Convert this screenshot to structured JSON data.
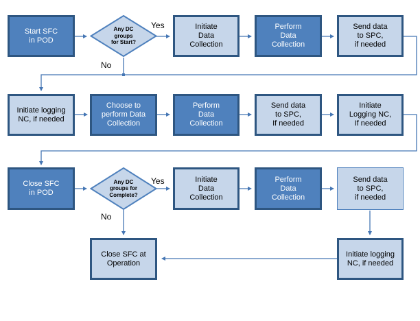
{
  "diagram": {
    "labels": {
      "yes": "Yes",
      "no": "No"
    },
    "nodes": {
      "start_sfc": "Start SFC\nin POD",
      "decision_start": "Any DC\ngroups\nfor Start?",
      "initiate_dc_start": "Initiate\nData\nCollection",
      "perform_dc_start": "Perform\nData\nCollection",
      "send_spc_start": "Send data\nto SPC,\nif needed",
      "initiate_logging_nc_start": "Initiate logging\nNC, if needed",
      "choose_dc": "Choose to\nperform Data\nCollection",
      "perform_dc_mid": "Perform\nData\nCollection",
      "send_spc_mid": "Send data\nto SPC,\nIf needed",
      "initiate_logging_nc_mid": "Initiate\nLogging NC,\nIf needed",
      "close_sfc": "Close SFC\nin POD",
      "decision_complete": "Any DC\ngroups for\nComplete?",
      "initiate_dc_complete": "Initiate\nData\nCollection",
      "perform_dc_complete": "Perform\nData\nCollection",
      "send_spc_complete": "Send data\nto SPC,\nif needed",
      "close_sfc_operation": "Close SFC at\nOperation",
      "initiate_logging_nc_complete": "Initiate logging\nNC, if needed"
    },
    "colors": {
      "dark_fill": "#4F81BD",
      "dark_border": "#2E5681",
      "light_fill": "#C6D6EA",
      "thin_border": "#4F81BD",
      "connector": "#4576B4",
      "text_on_dark": "#FFFFFF",
      "text_on_light": "#000000"
    }
  }
}
